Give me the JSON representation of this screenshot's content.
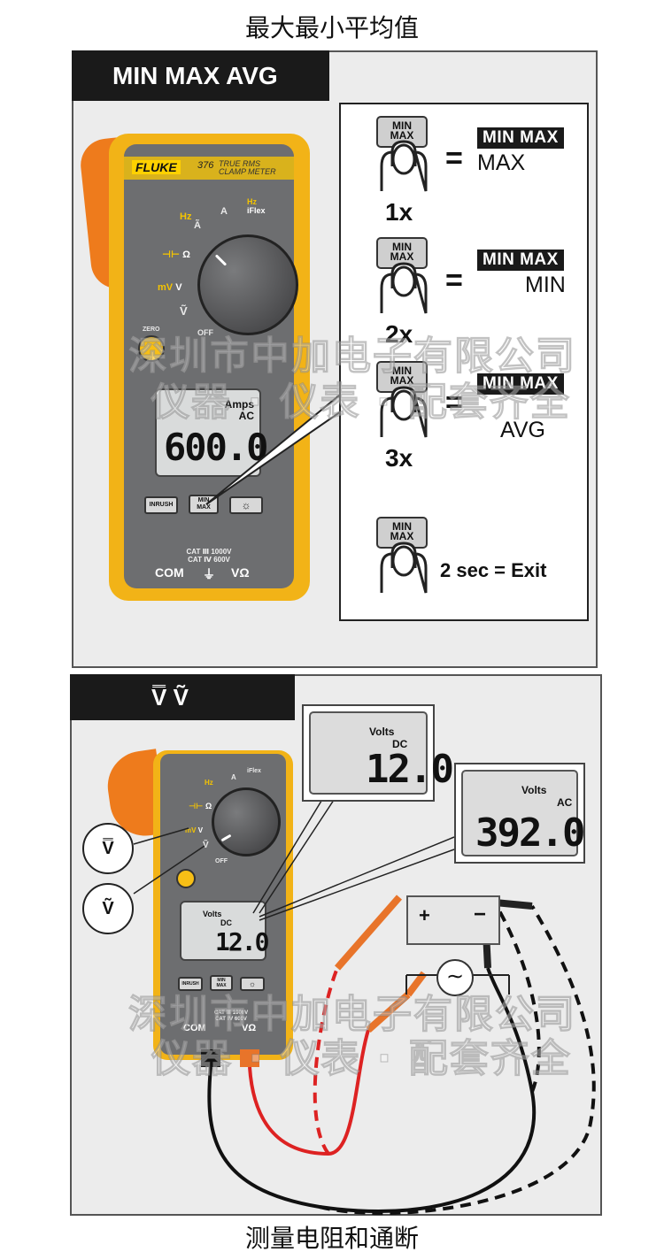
{
  "page": {
    "heading_top": "最大最小平均值",
    "heading_bottom": "测量电阻和通断"
  },
  "panel_top": {
    "banner": "MIN MAX AVG"
  },
  "panel_bottom": {
    "banner": "V̿  Ṽ"
  },
  "meter": {
    "brand": "FLUKE",
    "model": "376",
    "model_sub": [
      "TRUE RMS",
      "CLAMP METER"
    ],
    "switch_labels": {
      "hz_a": "Hz",
      "a_ac": "Ã",
      "a_dc": "A",
      "iflex": "iFlex",
      "ohm": "Ω",
      "mv": "mV",
      "v_dc": "V",
      "v_ac": "Ṽ",
      "off": "OFF",
      "zero": "ZERO"
    },
    "display": {
      "unit_top": "Amps",
      "unit_bottom": "AC",
      "value": "600.0"
    },
    "keys": {
      "inrush": "INRUSH",
      "minmax_1": "MIN",
      "minmax_2": "MAX",
      "light": "☼"
    },
    "cat": [
      "CAT Ⅲ 1000V",
      "CAT Ⅳ 600V"
    ],
    "jacks": {
      "com": "COM",
      "vohm": "VΩ"
    }
  },
  "meter2": {
    "display": {
      "unit_top": "Volts",
      "unit_bottom": "DC",
      "value": "12.0"
    },
    "cat": [
      "CAT Ⅲ 1000V",
      "CAT Ⅳ 600V"
    ]
  },
  "callout": {
    "button_top": "MIN",
    "button_bottom": "MAX",
    "rows": [
      {
        "count": "1x",
        "tag": "MIN MAX",
        "mode": "MAX"
      },
      {
        "count": "2x",
        "tag": "MIN MAX",
        "mode": "MIN"
      },
      {
        "count": "3x",
        "tag": "MIN MAX",
        "mode": "AVG"
      }
    ],
    "exit": "2 sec = Exit"
  },
  "bubbles": {
    "dc": "V̿",
    "ac": "Ṽ"
  },
  "lcd_dc": {
    "unit_top": "Volts",
    "unit_bottom": "DC",
    "value": "12.0"
  },
  "lcd_ac": {
    "unit_top": "Volts",
    "unit_bottom": "AC",
    "value": "392.0"
  },
  "battery": {
    "plus": "+",
    "minus": "−"
  },
  "ac_source": "∼",
  "watermark": [
    "深圳市中加电子有限公司",
    "仪器 · 仪表 · 配套齐全"
  ],
  "colors": {
    "meter_yellow": "#f2b317",
    "meter_gray": "#6d6e70",
    "jaw_orange": "#ee7b1c",
    "lead_red": "#d22",
    "lead_orange": "#e8742a"
  }
}
